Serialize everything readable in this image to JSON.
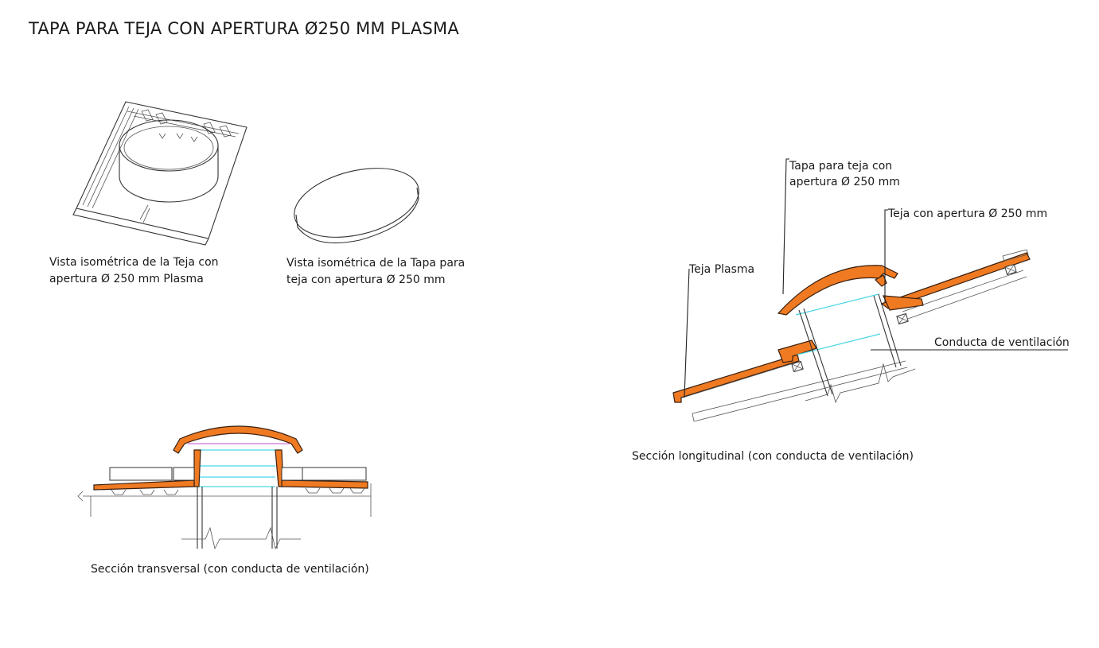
{
  "title": "TAPA PARA TEJA CON APERTURA Ø250 MM PLASMA",
  "captions": {
    "iso_tile": "Vista isométrica de la Teja con\napertura Ø 250 mm Plasma",
    "iso_cap": "Vista isométrica de la Tapa para\nteja con apertura Ø 250 mm",
    "cross_section": "Sección transversal  (con conducta de ventilación)",
    "long_section": "Sección longitudinal (con conducta de ventilación)"
  },
  "labels": {
    "tapa": "Tapa para teja con\napertura Ø 250 mm",
    "teja_apertura": "Teja con apertura Ø 250 mm",
    "teja_plasma": "Teja Plasma",
    "conducta": "Conducta de ventilación"
  },
  "colors": {
    "tile_fill": "#ef7a22",
    "duct_line": "#49d6e6",
    "cap_inner_line": "#c84fd0"
  }
}
